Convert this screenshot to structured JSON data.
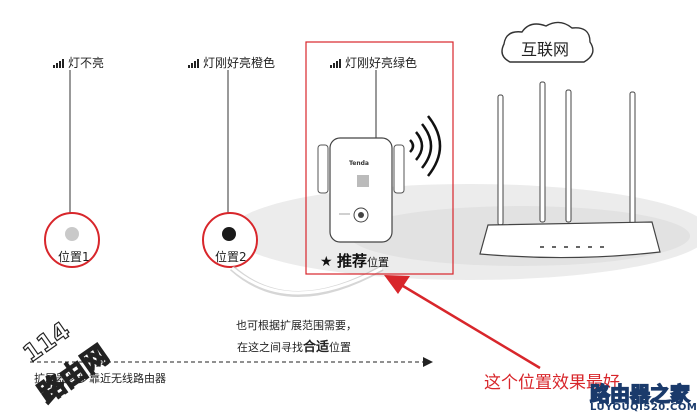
{
  "signals": [
    {
      "label": "灯不亮",
      "bars": 4
    },
    {
      "label": "灯刚好亮橙色",
      "bars": 4
    },
    {
      "label": "灯刚好亮绿色",
      "bars": 4
    }
  ],
  "positions": [
    {
      "label": "位置1",
      "dot_color": "#c9c9c9"
    },
    {
      "label": "位置2",
      "dot_color": "#1a1a1a"
    }
  ],
  "recommended": {
    "star": "★",
    "strong": "推荐",
    "rest": "位置"
  },
  "device_brand": "Tenda",
  "cloud": {
    "label": "互联网"
  },
  "note": {
    "line1": "也可根据扩展范围需要，",
    "line2_prefix": "在这之间寻找",
    "line2_strong": "合适",
    "line2_suffix": "位置"
  },
  "steps_text": "扩展器逐步靠近无线路由器",
  "callout": "这个位置效果最好",
  "watermark_left": {
    "line1": "114",
    "line2": "路由网"
  },
  "watermark_right": {
    "brand": "路由器之家",
    "url": "LUYOUQI520.COM"
  },
  "colors": {
    "accent_red": "#d8262b",
    "ring_red": "#e0393e",
    "floor_gray": "#e9e9e9"
  }
}
